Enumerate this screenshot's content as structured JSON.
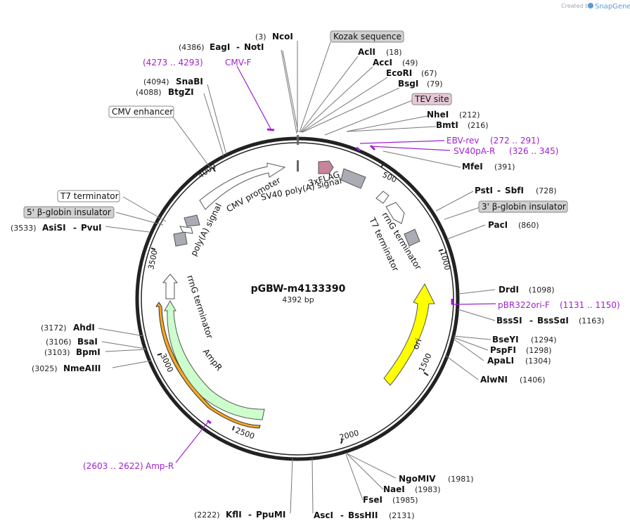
{
  "plasmid": {
    "name": "pGBW-m4133390",
    "length_label": "4392 bp"
  },
  "branding": {
    "created_by": "Created by",
    "product": "SnapGene"
  },
  "ticks": [
    "500",
    "1000",
    "1500",
    "2000",
    "2500",
    "3000",
    "3500",
    "4000"
  ],
  "sites": [
    {
      "name": "NcoI",
      "pos": "(3)"
    },
    {
      "name": "AclI",
      "pos": "(18)"
    },
    {
      "name": "AccI",
      "pos": "(49)"
    },
    {
      "name": "EcoRI",
      "pos": "(67)"
    },
    {
      "name": "BsgI",
      "pos": "(79)"
    },
    {
      "name": "NheI",
      "pos": "(212)"
    },
    {
      "name": "BmtI",
      "pos": "(216)"
    },
    {
      "name": "MfeI",
      "pos": "(391)"
    },
    {
      "name": "PstI",
      "name2": "SbfI",
      "pos": "(728)"
    },
    {
      "name": "PacI",
      "pos": "(860)"
    },
    {
      "name": "DrdI",
      "pos": "(1098)"
    },
    {
      "name": "BssSI",
      "name2": "BssSαI",
      "pos": "(1163)"
    },
    {
      "name": "BseYI",
      "pos": "(1294)"
    },
    {
      "name": "PspFI",
      "pos": "(1298)"
    },
    {
      "name": "ApaLI",
      "pos": "(1304)"
    },
    {
      "name": "AlwNI",
      "pos": "(1406)"
    },
    {
      "name": "NgoMIV",
      "pos": "(1981)"
    },
    {
      "name": "NaeI",
      "pos": "(1983)"
    },
    {
      "name": "FseI",
      "pos": "(1985)"
    },
    {
      "name": "AscI",
      "name2": "BssHII",
      "pos": "(2131)"
    },
    {
      "name": "KflI",
      "name2": "PpuMI",
      "pos": "(2222)"
    },
    {
      "name": "NmeAIII",
      "pos": "(3025)"
    },
    {
      "name": "BpmI",
      "pos": "(3103)"
    },
    {
      "name": "BsaI",
      "pos": "(3106)"
    },
    {
      "name": "AhdI",
      "pos": "(3172)"
    },
    {
      "name": "AsiSI",
      "name2": "PvuI",
      "pos": "(3533)"
    },
    {
      "name": "BtgZI",
      "pos": "(4088)"
    },
    {
      "name": "SnaBI",
      "pos": "(4094)"
    },
    {
      "name": "EagI",
      "name2": "NotI",
      "pos": "(4386)"
    }
  ],
  "primers": [
    {
      "name": "CMV-F",
      "range": "(4273 .. 4293)"
    },
    {
      "name": "EBV-rev",
      "range": "(272 .. 291)"
    },
    {
      "name": "SV40pA-R",
      "range": "(326 .. 345)"
    },
    {
      "name": "pBR322ori-F",
      "range": "(1131 .. 1150)"
    },
    {
      "name": "Amp-R",
      "range": "(2603 .. 2622)"
    }
  ],
  "boxed_features": {
    "kozak": "Kozak sequence",
    "tev": "TEV site",
    "cmv_enhancer": "CMV enhancer",
    "globin3": "3' β-globin insulator",
    "t7": "T7 terminator",
    "globin5": "5' β-globin insulator"
  },
  "arc_features": {
    "flag": "3xFLAG",
    "sv40": "SV40 poly(A) signal",
    "cmv_promoter": "CMV promoter",
    "polya": "poly(A) signal",
    "rrng_right": "rrnG terminator",
    "t7_right": "T7 terminator",
    "ori": "ori",
    "rrng_left": "rrnG terminator",
    "ampr": "AmpR"
  },
  "colors": {
    "backbone": "#222222",
    "primer": "#a020d0",
    "ori_fill": "#ffff00",
    "ampr_fill": "#ccffcc",
    "ampr_outline": "#f5a623",
    "terminator_fill": "#a9adb3",
    "tag_fill": "#c8849a",
    "tev_box": "#e8c8d8",
    "gray_box": "#d0d0d0"
  }
}
